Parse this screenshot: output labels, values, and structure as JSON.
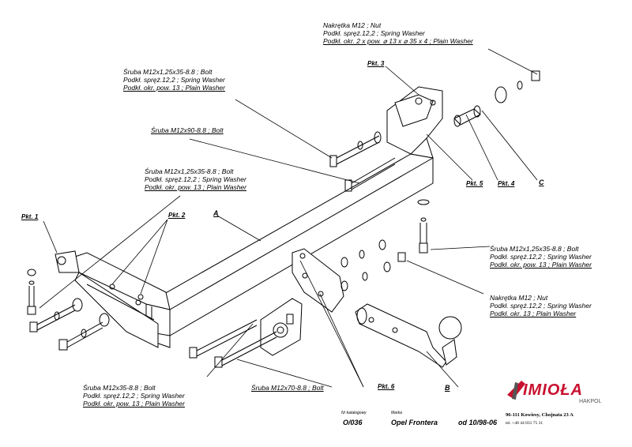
{
  "labels": {
    "nut_top": [
      "Nakrętka  M12 ; Nut",
      "Podkł. spręż.12,2 ; Spring Washer",
      "Podkł. okr. 2 x pow. ⌀ 13 x ⌀ 35 x 4 ; Plain Washer"
    ],
    "bolt_top": [
      "Śruba  M12x1,25x35-8.8 ;  Bolt",
      "Podkł. spręż.12,2 ; Spring Washer",
      "Podkł. okr. pow. 13 ; Plain Washer"
    ],
    "bolt_90": [
      "Śruba  M12x90-8.8 ;  Bolt"
    ],
    "bolt_mid": [
      "Śruba  M12x1,25x35-8.8 ;  Bolt",
      "Podkł. spręż.12,2 ; Spring Washer",
      "Podkł. okr. pow. 13 ; Plain Washer"
    ],
    "bolt_right": [
      "Śruba  M12x1,25x35-8.8 ;  Bolt",
      "Podkł. spręż.12,2 ; Spring Washer",
      "Podkł. okr. pow. 13 ; Plain Washer"
    ],
    "nut_right": [
      "Nakrętka  M12 ; Nut",
      "Podkł. spręż.12,2 ; Spring Washer",
      "Podkł. okr. 13 ; Plain Washer"
    ],
    "bolt_bottom_left": [
      "Śruba  M12x35-8.8 ;  Bolt",
      "Podkł. spręż.12,2 ; Spring Washer",
      "Podkł. okr. pow. 13 ; Plain Washer"
    ],
    "bolt_70": [
      "Śruba  M12x70-8.8 ;  Bolt"
    ]
  },
  "points": {
    "pkt1": "Pkt. 1",
    "pkt2": "Pkt. 2",
    "pkt3": "Pkt. 3",
    "pkt4": "Pkt. 4",
    "pkt5": "Pkt. 5",
    "pkt6": "Pkt. 6"
  },
  "letters": {
    "a": "A",
    "b": "B",
    "c": "C"
  },
  "footer": {
    "catalog_label": "Nr katalogowy",
    "catalog_number": "O/036",
    "brand_label": "Marka",
    "brand_value": "Opel Frontera",
    "date_value": "od 10/98-06",
    "logo_text": "IMIOŁA",
    "logo_sub": "HAKPOL",
    "address": "96-111 Kowiesy, Chojnata 23 A",
    "phone": "tel. +48 44 831 75 31"
  },
  "colors": {
    "line": "#000000",
    "logo_red": "#c8102e",
    "logo_grey": "#555555"
  }
}
